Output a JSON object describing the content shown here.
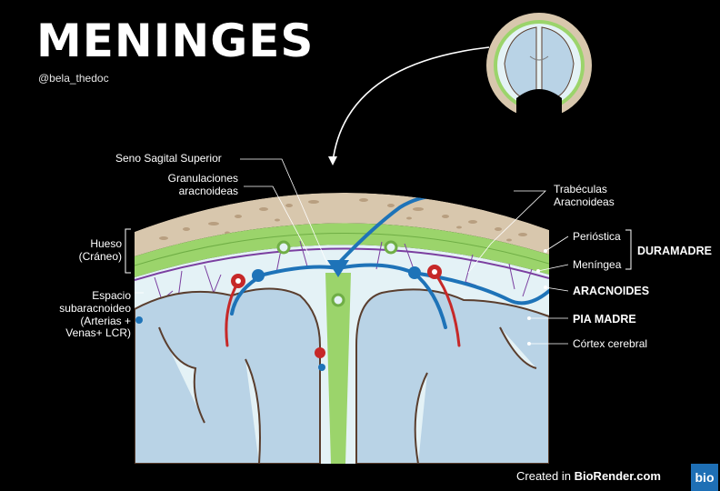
{
  "title": "MENINGES",
  "handle": "@bela_thedoc",
  "labels": {
    "seno": "Seno Sagital Superior",
    "gran1": "Granulaciones",
    "gran2": "aracnoideas",
    "hueso1": "Hueso",
    "hueso2": "(Cráneo)",
    "esp1": "Espacio",
    "esp2": "subaracnoideo",
    "esp3": "(Arterias +",
    "esp4": "Venas+ LCR)",
    "trab1": "Trabéculas",
    "trab2": "Aracnoideas",
    "periostica": "Perióstica",
    "meningea": "Meníngea",
    "duramadre": "DURAMADRE",
    "aracnoides": "ARACNOIDES",
    "piamadre": "PIA MADRE",
    "cortex": "Córtex cerebral"
  },
  "footer": {
    "created": "Created in",
    "brand": "BioRender.com",
    "logo": "bio"
  },
  "colors": {
    "bone": "#d8c7ad",
    "dura": "#9bd46b",
    "subarachnoid": "#e4f2f6",
    "cortex": "#b9d3e6",
    "pia": "#5a3e2e",
    "arachnoid": "#7b3fa0",
    "artery": "#c62828",
    "vein": "#1e73b8"
  }
}
